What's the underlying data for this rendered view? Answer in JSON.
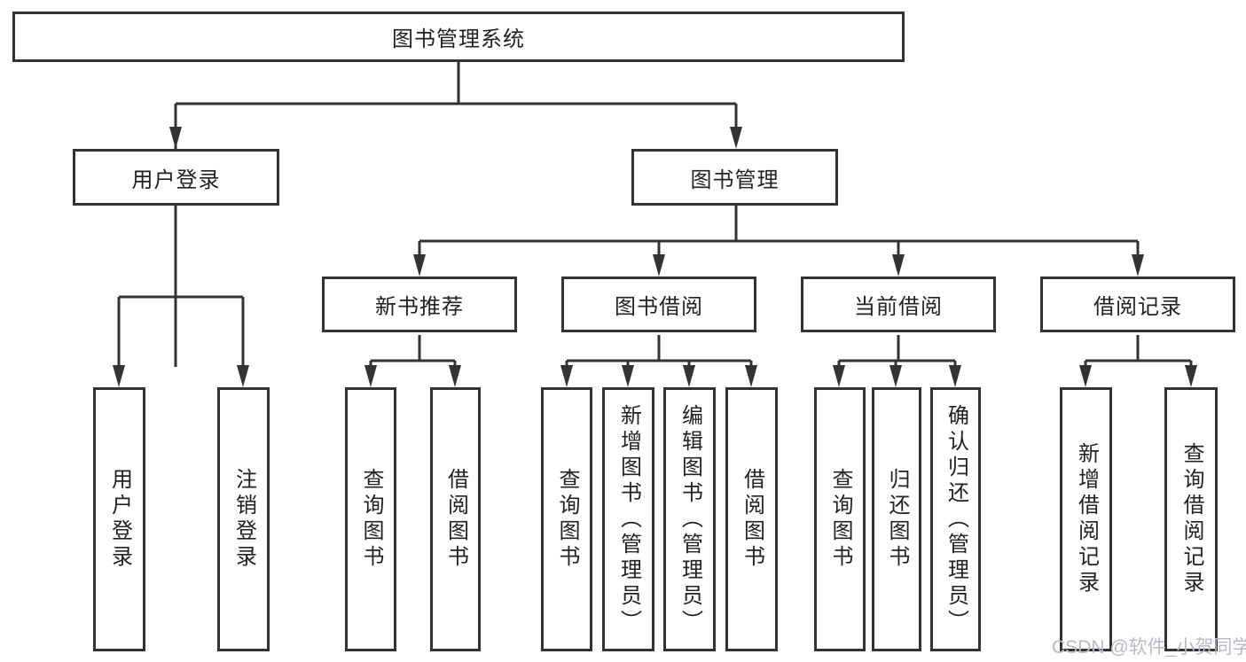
{
  "diagram": {
    "root": {
      "label": "图书管理系统"
    },
    "branches": [
      {
        "label": "用户登录",
        "children": [
          {
            "label": "用户登录"
          },
          {
            "label": "注销登录"
          }
        ]
      },
      {
        "label": "图书管理",
        "children": [
          {
            "label": "新书推荐",
            "children": [
              {
                "label": "查询图书"
              },
              {
                "label": "借阅图书"
              }
            ]
          },
          {
            "label": "图书借阅",
            "children": [
              {
                "label": "查询图书"
              },
              {
                "label": "新增图书（管理员）"
              },
              {
                "label": "编辑图书（管理员）"
              },
              {
                "label": "借阅图书"
              }
            ]
          },
          {
            "label": "当前借阅",
            "children": [
              {
                "label": "查询图书"
              },
              {
                "label": "归还图书"
              },
              {
                "label": "确认归还（管理员）"
              }
            ]
          },
          {
            "label": "借阅记录",
            "children": [
              {
                "label": "新增借阅记录"
              },
              {
                "label": "查询借阅记录"
              }
            ]
          }
        ]
      }
    ]
  },
  "watermark": {
    "text": "CSDN @软件_小贺同学"
  },
  "colors": {
    "line": "#333333",
    "text": "#222222",
    "watermark": "#b7bbc2",
    "background": "#ffffff"
  }
}
